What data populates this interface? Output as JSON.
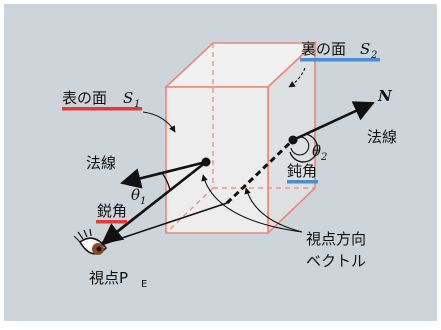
{
  "labels": {
    "front_face": "表の面",
    "front_face_symbol": "S",
    "front_face_sub": "1",
    "back_face": "裏の面",
    "back_face_symbol": "S",
    "back_face_sub": "2",
    "normal_left": "法線",
    "normal_right": "法線",
    "normal_symbol": "N",
    "acute_angle": "鋭角",
    "obtuse_angle": "鈍角",
    "theta_symbol": "θ",
    "theta1_sub": "1",
    "theta2_sub": "2",
    "view_direction_line1": "視点方向",
    "view_direction_line2": "ベクトル",
    "viewpoint": "視点P",
    "viewpoint_sub": "E"
  },
  "colors": {
    "background": "#cdd5db",
    "cube_edge": "#e8887a",
    "front_underline": "#e23a3a",
    "back_underline": "#4a8fd4",
    "obtuse_underline": "#4a8fd4",
    "acute_underline": "#e23a3a"
  }
}
